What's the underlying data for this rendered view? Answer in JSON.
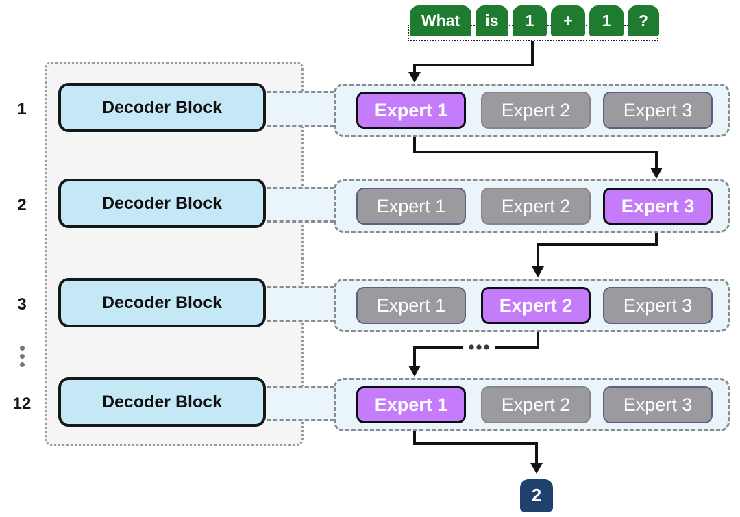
{
  "colors": {
    "token_green": "#1e7b2f",
    "expert_selected_purple": "#c47cfa",
    "expert_gray": "#9b9b9f",
    "decoder_blue": "#c5e8f7",
    "output_navy": "#20406e",
    "row_bg": "#e9f5fa",
    "panel_bg": "#f5f5f6"
  },
  "input": {
    "tokens": [
      "What",
      "is",
      "1",
      "+",
      "1",
      "?"
    ]
  },
  "rows": [
    {
      "layer": "1",
      "decoder_label": "Decoder Block",
      "experts": [
        {
          "label": "Expert 1",
          "selected": true
        },
        {
          "label": "Expert 2",
          "selected": false
        },
        {
          "label": "Expert 3",
          "selected": false
        }
      ]
    },
    {
      "layer": "2",
      "decoder_label": "Decoder Block",
      "experts": [
        {
          "label": "Expert 1",
          "selected": false
        },
        {
          "label": "Expert 2",
          "selected": false
        },
        {
          "label": "Expert 3",
          "selected": true
        }
      ]
    },
    {
      "layer": "3",
      "decoder_label": "Decoder Block",
      "experts": [
        {
          "label": "Expert 1",
          "selected": false
        },
        {
          "label": "Expert 2",
          "selected": true
        },
        {
          "label": "Expert 3",
          "selected": false
        }
      ]
    },
    {
      "layer": "12",
      "decoder_label": "Decoder Block",
      "experts": [
        {
          "label": "Expert 1",
          "selected": true
        },
        {
          "label": "Expert 2",
          "selected": false
        },
        {
          "label": "Expert 3",
          "selected": false
        }
      ]
    }
  ],
  "stack_ellipsis": "skipped layers 4-11",
  "arrow_skip_ellipsis": "skipped routing steps",
  "output": {
    "label": "2"
  }
}
